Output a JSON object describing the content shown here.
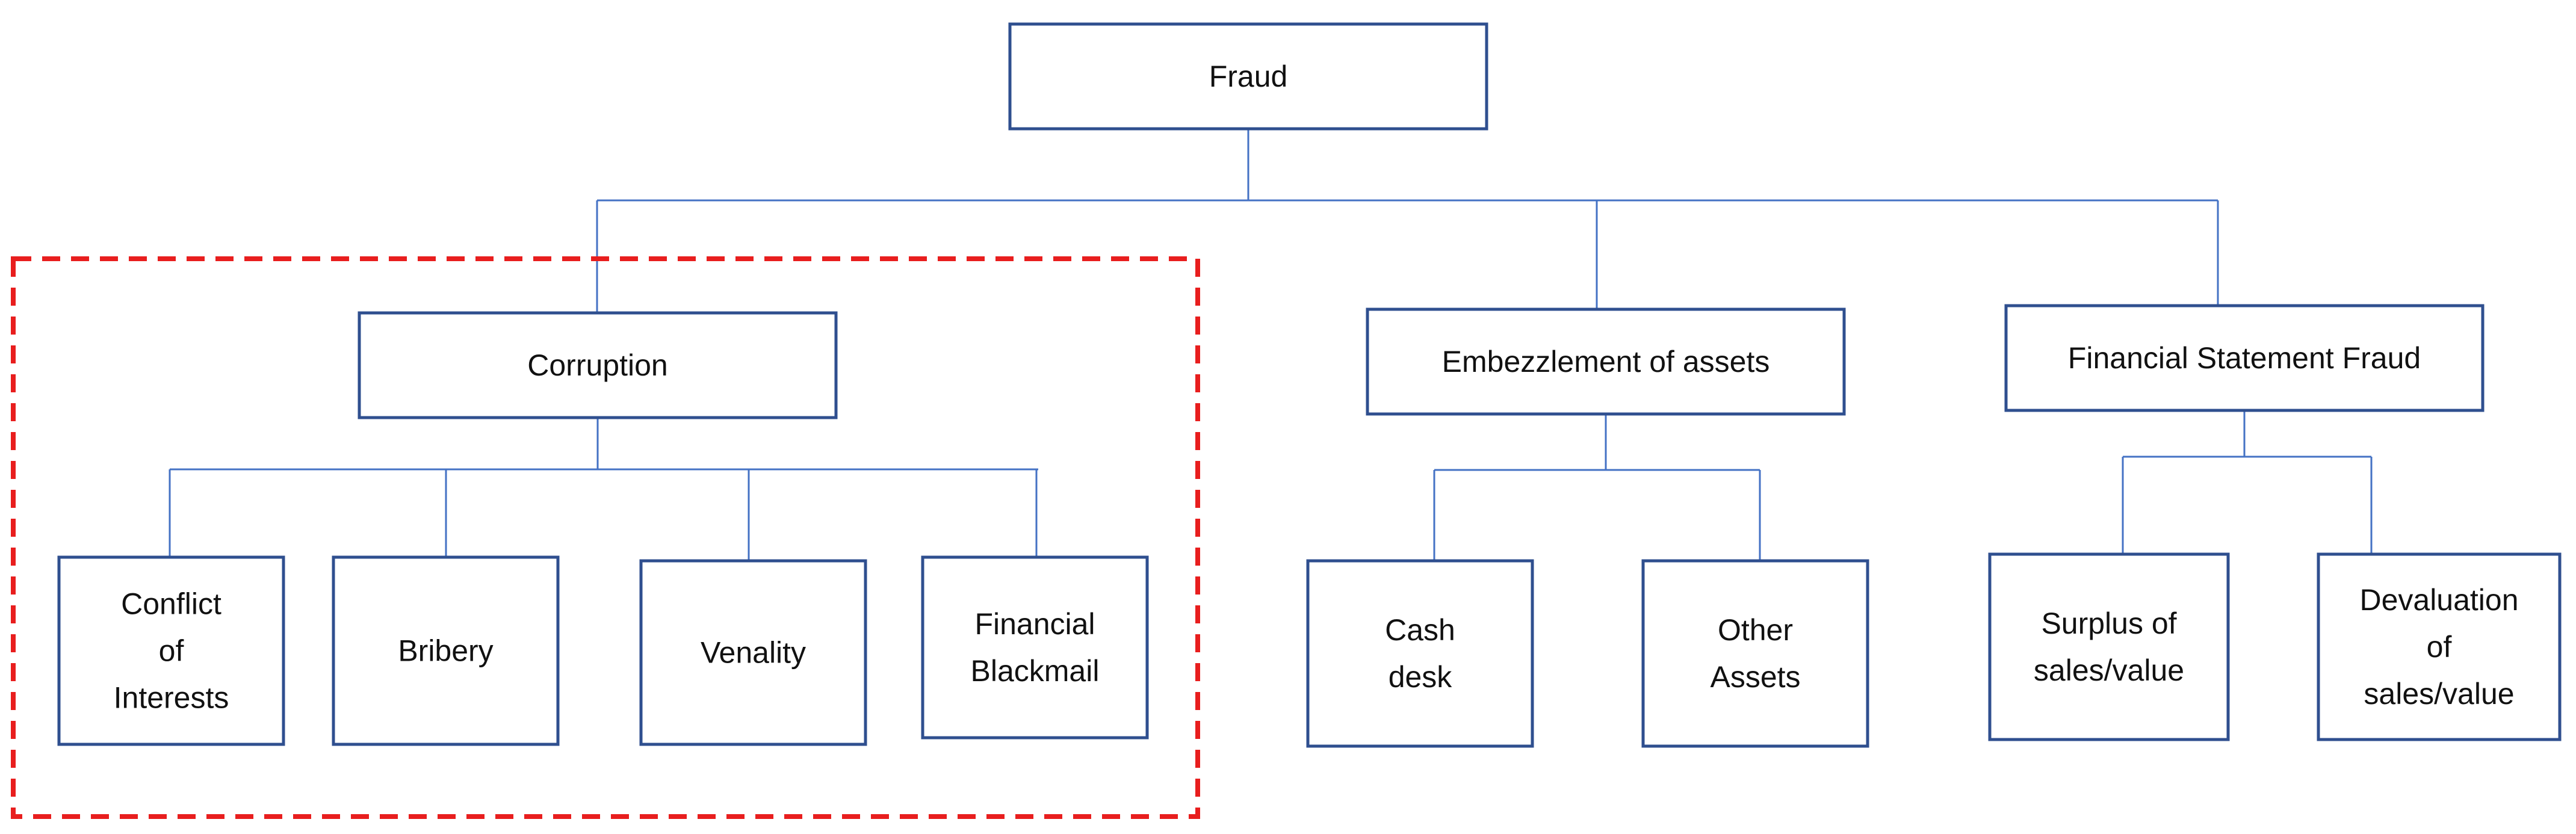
{
  "colors": {
    "box_border": "#2F4F8F",
    "connector": "#4472C4",
    "highlight": "#E81E1E",
    "text": "#111111",
    "background": "#FFFFFF"
  },
  "nodes": {
    "fraud": {
      "lines": [
        "Fraud"
      ]
    },
    "corruption": {
      "lines": [
        "Corruption"
      ]
    },
    "embezzlement": {
      "lines": [
        "Embezzlement of assets"
      ]
    },
    "financial_statement": {
      "lines": [
        "Financial Statement Fraud"
      ]
    },
    "conflict": {
      "lines": [
        "Conflict",
        "of",
        "Interests"
      ]
    },
    "bribery": {
      "lines": [
        "Bribery"
      ]
    },
    "venality": {
      "lines": [
        "Venality"
      ]
    },
    "blackmail": {
      "lines": [
        "Financial",
        "Blackmail"
      ]
    },
    "cash_desk": {
      "lines": [
        "Cash",
        "desk"
      ]
    },
    "other_assets": {
      "lines": [
        "Other",
        "Assets"
      ]
    },
    "surplus": {
      "lines": [
        "Surplus of",
        "sales/value"
      ]
    },
    "devaluation": {
      "lines": [
        "Devaluation",
        "of",
        "sales/value"
      ]
    }
  },
  "edges": [
    [
      "fraud",
      "corruption"
    ],
    [
      "fraud",
      "embezzlement"
    ],
    [
      "fraud",
      "financial_statement"
    ],
    [
      "corruption",
      "conflict"
    ],
    [
      "corruption",
      "bribery"
    ],
    [
      "corruption",
      "venality"
    ],
    [
      "corruption",
      "blackmail"
    ],
    [
      "embezzlement",
      "cash_desk"
    ],
    [
      "embezzlement",
      "other_assets"
    ],
    [
      "financial_statement",
      "surplus"
    ],
    [
      "financial_statement",
      "devaluation"
    ]
  ],
  "highlight": {
    "style": "dashed",
    "encloses": [
      "corruption",
      "conflict",
      "bribery",
      "venality",
      "blackmail"
    ]
  }
}
